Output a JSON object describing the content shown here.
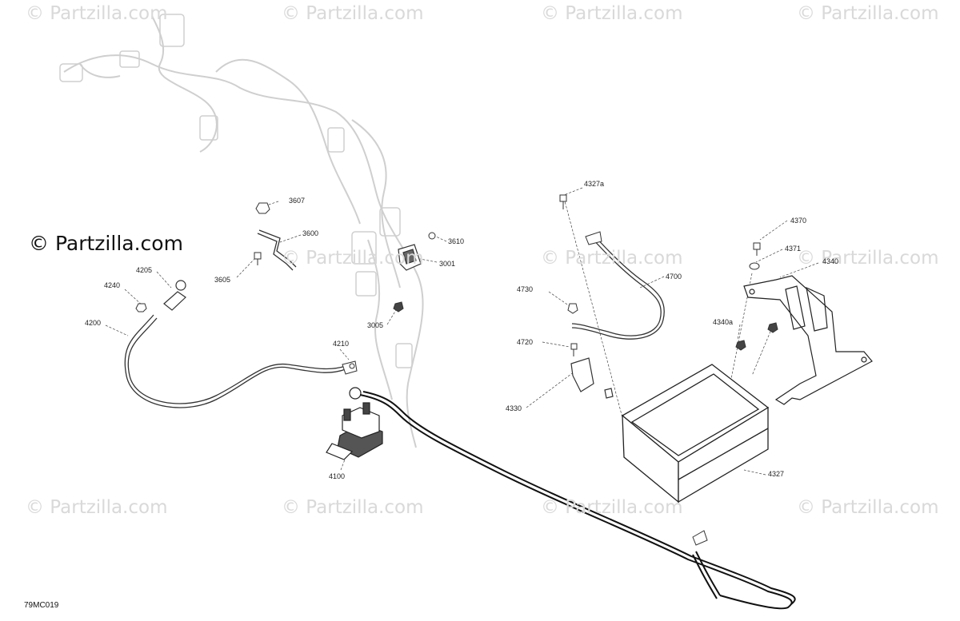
{
  "watermark": {
    "text": "© Partzilla.com"
  },
  "logo": {
    "text": "© Partzilla.com"
  },
  "diagram_code": "79MC019",
  "callouts": [
    "3607",
    "3600",
    "3610",
    "3001",
    "3605",
    "3005",
    "4205",
    "4240",
    "4200",
    "4210",
    "4100",
    "4327a",
    "4370",
    "4371",
    "4340",
    "4730",
    "4700",
    "4720",
    "4340a",
    "4330",
    "4327"
  ]
}
